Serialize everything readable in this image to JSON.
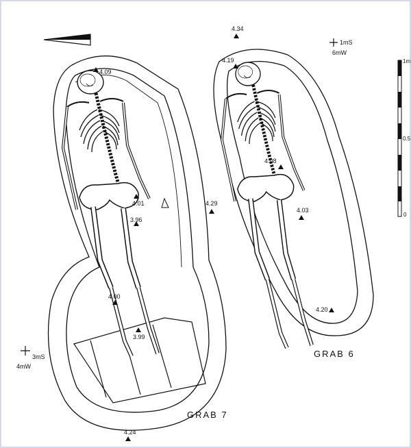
{
  "graves": [
    {
      "title": "GRAB 7",
      "elevations": [
        "4.09",
        "4.01",
        "3.96",
        "4.00",
        "3.99",
        "4.24"
      ],
      "grid_point": {
        "line1": "3mS",
        "line2": "4mW"
      }
    },
    {
      "title": "GRAB 6",
      "elevations": [
        "4.34",
        "4.19",
        "4.08",
        "4.03",
        "4.20",
        "4.29"
      ],
      "grid_point": {
        "line1": "1mS",
        "line2": "6mW"
      }
    }
  ],
  "scale_bar": {
    "top": "1m",
    "middle": "0.5",
    "bottom": "0"
  },
  "colors": {
    "ink": "#111111",
    "frame": "#d4d8ea"
  },
  "icons": [
    "north-arrow-icon",
    "elevation-marker-icon",
    "grid-cross-icon"
  ]
}
